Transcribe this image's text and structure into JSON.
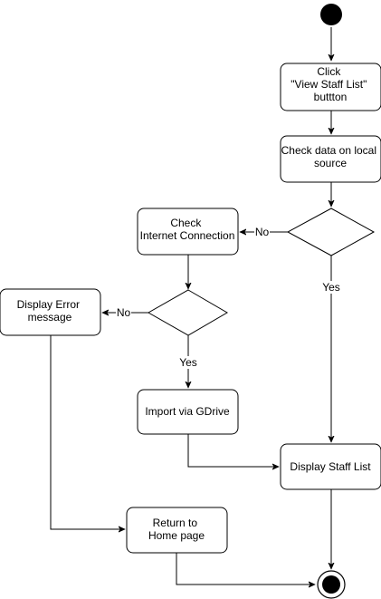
{
  "nodes": {
    "click_view_staff": {
      "lines": [
        "Click",
        "\"View Staff List\"",
        "buttton"
      ]
    },
    "check_local": {
      "lines": [
        "Check data on local",
        "source"
      ]
    },
    "check_internet": {
      "lines": [
        "Check",
        "Internet Connection"
      ]
    },
    "display_error": {
      "lines": [
        "Display Error",
        "message"
      ]
    },
    "import_gdrive": {
      "lines": [
        "Import via GDrive"
      ]
    },
    "display_staff": {
      "lines": [
        "Display Staff List"
      ]
    },
    "return_home": {
      "lines": [
        "Return to",
        "Home page"
      ]
    }
  },
  "edge_labels": {
    "local_no": "No",
    "local_yes": "Yes",
    "internet_no": "No",
    "internet_yes": "Yes"
  }
}
